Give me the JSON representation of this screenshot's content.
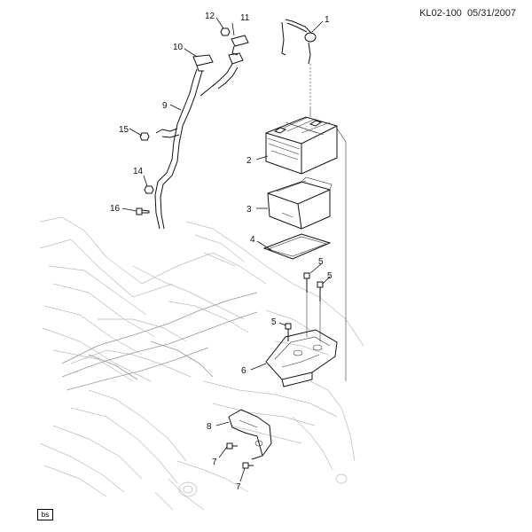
{
  "header": {
    "reference": "KL02-100",
    "date": "05/31/2007"
  },
  "corner_tag": "bs",
  "callouts": {
    "c1": "1",
    "c2": "2",
    "c3": "3",
    "c4": "4",
    "c5a": "5",
    "c5b": "5",
    "c5c": "5",
    "c6": "6",
    "c7a": "7",
    "c7b": "7",
    "c8": "8",
    "c9": "9",
    "c10": "10",
    "c11": "11",
    "c12": "12",
    "c14": "14",
    "c15": "15",
    "c16": "16"
  }
}
